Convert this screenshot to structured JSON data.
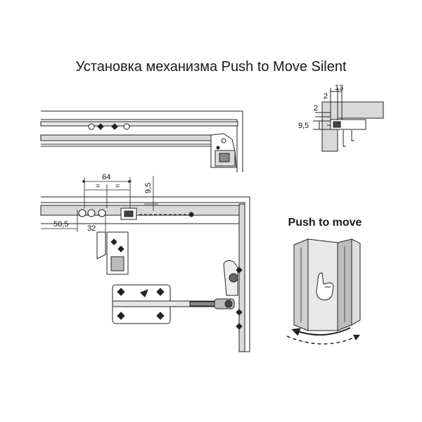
{
  "title": "Установка механизма Push to Move Silent",
  "push_label": "Push to move",
  "dimensions": {
    "d64": "64",
    "d9_5a": "9,5",
    "d50_5": "50,5",
    "d32": "32",
    "d13": "13",
    "d2a": "2",
    "d2b": "2",
    "d9_5b": "9,5",
    "eq1": "=",
    "eq2": "="
  },
  "colors": {
    "line": "#222222",
    "panel": "#d9d9d9",
    "panel_dark": "#a9a9a9",
    "fill_grey": "#e6e6e6"
  }
}
